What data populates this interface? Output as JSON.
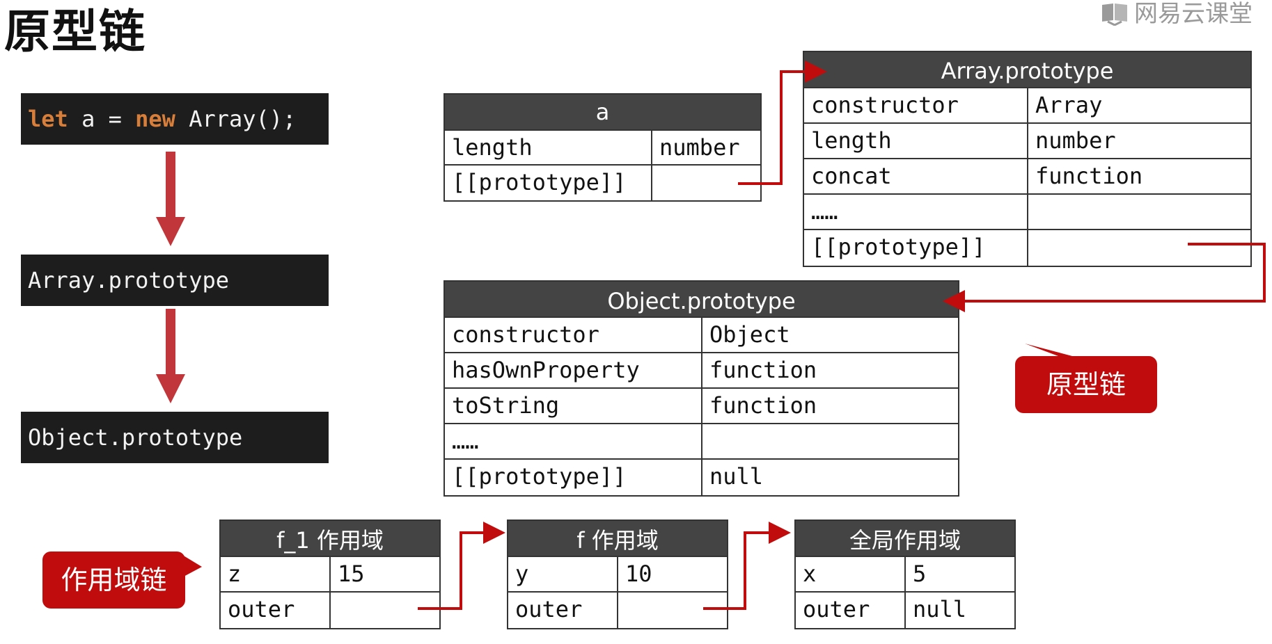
{
  "title": "原型链",
  "brand": {
    "text": "网易云课堂",
    "icon": "book-logo-icon"
  },
  "code_chain": {
    "statement": {
      "kw1": "let",
      "mid1": " a = ",
      "kw2": "new",
      "rest": " Array();"
    },
    "step2": "Array.prototype",
    "step3": "Object.prototype"
  },
  "colors": {
    "accent_red": "#c00c0c",
    "arrow_red": "#c0363a",
    "table_header": "#444444",
    "code_bg": "#1d1d1d",
    "keyword": "#d77e3a"
  },
  "tables": {
    "a": {
      "header": "a",
      "rows": [
        {
          "key": "length",
          "value": "number"
        },
        {
          "key": "[[prototype]]",
          "value": ""
        }
      ]
    },
    "array_proto": {
      "header": "Array.prototype",
      "rows": [
        {
          "key": "constructor",
          "value": "Array"
        },
        {
          "key": "length",
          "value": "number"
        },
        {
          "key": "concat",
          "value": "function"
        },
        {
          "key": "……",
          "value": ""
        },
        {
          "key": "[[prototype]]",
          "value": ""
        }
      ]
    },
    "object_proto": {
      "header": "Object.prototype",
      "rows": [
        {
          "key": "constructor",
          "value": "Object"
        },
        {
          "key": "hasOwnProperty",
          "value": "function"
        },
        {
          "key": "toString",
          "value": "function"
        },
        {
          "key": "……",
          "value": ""
        },
        {
          "key": "[[prototype]]",
          "value": "null"
        }
      ]
    },
    "f1_scope": {
      "header": "f_1 作用域",
      "rows": [
        {
          "key": "z",
          "value": "15"
        },
        {
          "key": "outer",
          "value": ""
        }
      ]
    },
    "f_scope": {
      "header": "f 作用域",
      "rows": [
        {
          "key": "y",
          "value": "10"
        },
        {
          "key": "outer",
          "value": ""
        }
      ]
    },
    "global_scope": {
      "header": "全局作用域",
      "rows": [
        {
          "key": "x",
          "value": "5"
        },
        {
          "key": "outer",
          "value": "null"
        }
      ]
    }
  },
  "callouts": {
    "prototype_chain": "原型链",
    "scope_chain": "作用域链"
  }
}
